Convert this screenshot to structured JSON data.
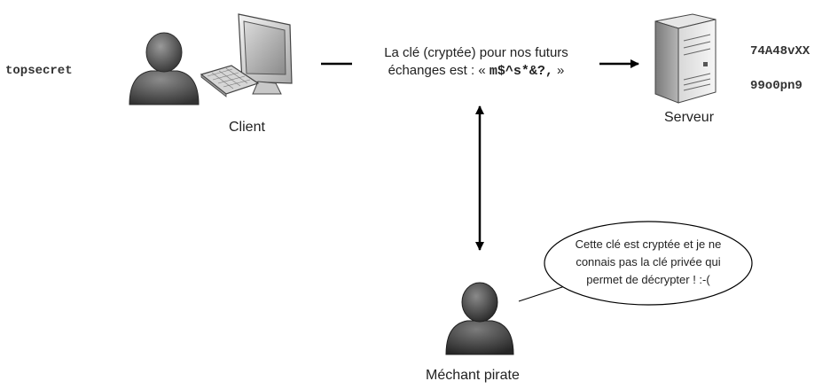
{
  "client": {
    "secret": "topsecret",
    "label": "Client"
  },
  "message": {
    "line1": "La clé (cryptée) pour nos futurs",
    "line2_prefix": "échanges est : «",
    "key": "m$^s*&?,",
    "line2_suffix": "»"
  },
  "server": {
    "label": "Serveur",
    "value1": "74A48vXX",
    "value2": "99o0pn9"
  },
  "pirate": {
    "label": "Méchant pirate",
    "speech": {
      "line1": "Cette clé est cryptée et je ne",
      "line2": "connais pas la clé privée qui",
      "line3": "permet de décrypter ! :-("
    }
  }
}
